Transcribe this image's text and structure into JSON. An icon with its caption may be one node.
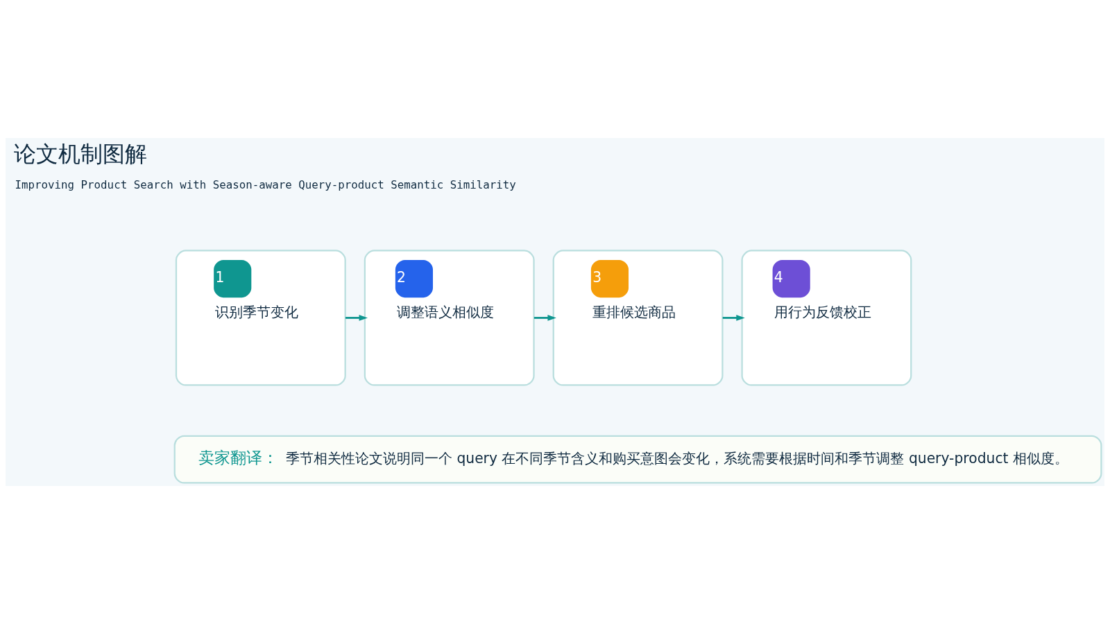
{
  "diagram": {
    "title": "论文机制图解",
    "nodes": [
      {
        "text": [
          "1",
          "识别季节变化"
        ]
      },
      {
        "text": [
          "2",
          "调整语义相似度"
        ]
      },
      {
        "text": [
          "3",
          "重排候选商品"
        ]
      },
      {
        "text": [
          "4",
          "用行为反馈校正"
        ]
      },
      {
        "text": [
          "卖家翻译：",
          "季节相关性论文说明同一个 query 在不同季节含义和购买意图会变化，系统需要根据时间和季节调整 query-product 相似度。"
        ]
      }
    ],
    "edges": [
      {
        "from": 0,
        "to": 1,
        "arrow": "to"
      },
      {
        "from": 1,
        "to": 2,
        "arrow": "to"
      },
      {
        "from": 2,
        "to": 3,
        "arrow": "to"
      }
    ],
    "labels": [
      "Improving Product Search with Season-aware Query-product Semantic Similarity"
    ]
  }
}
